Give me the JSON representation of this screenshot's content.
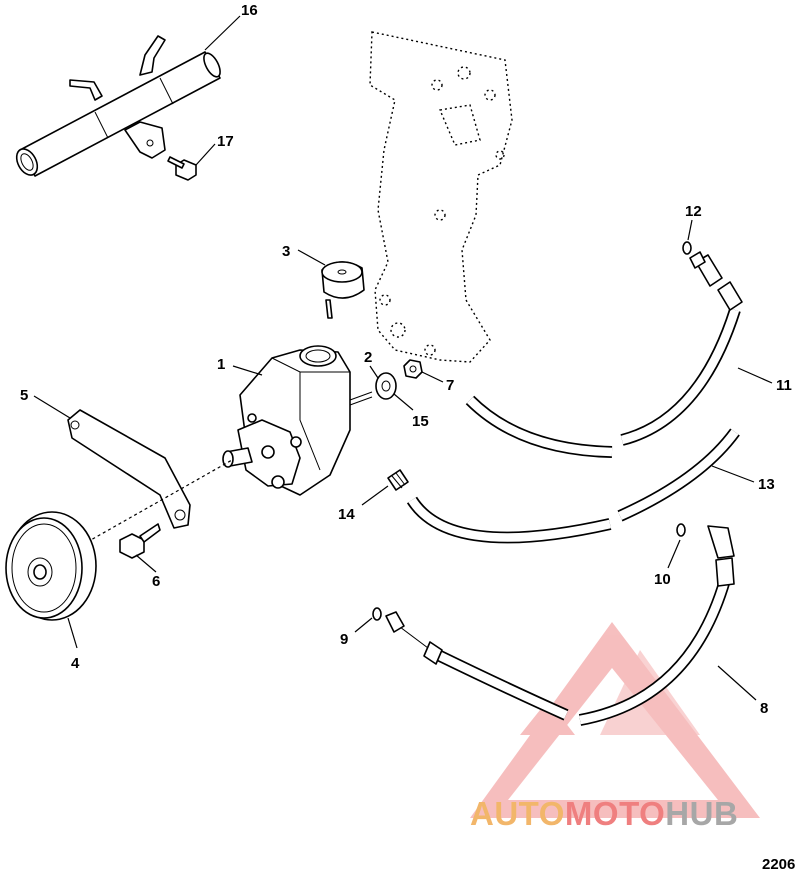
{
  "callouts": {
    "c1": "1",
    "c2": "2",
    "c3": "3",
    "c4": "4",
    "c5": "5",
    "c6": "6",
    "c7": "7",
    "c8": "8",
    "c9": "9",
    "c10": "10",
    "c11": "11",
    "c12": "12",
    "c13": "13",
    "c14": "14",
    "c15": "15",
    "c16": "16",
    "c17": "17"
  },
  "watermark": {
    "part1": "AUTO",
    "part2": "MOTO",
    "part3": "HUB",
    "colors": {
      "auto": "#f2b66a",
      "moto": "#ef7f7f",
      "hub": "#a7a7a7",
      "triangle": "#f08080"
    }
  },
  "diagram_code": "2206"
}
